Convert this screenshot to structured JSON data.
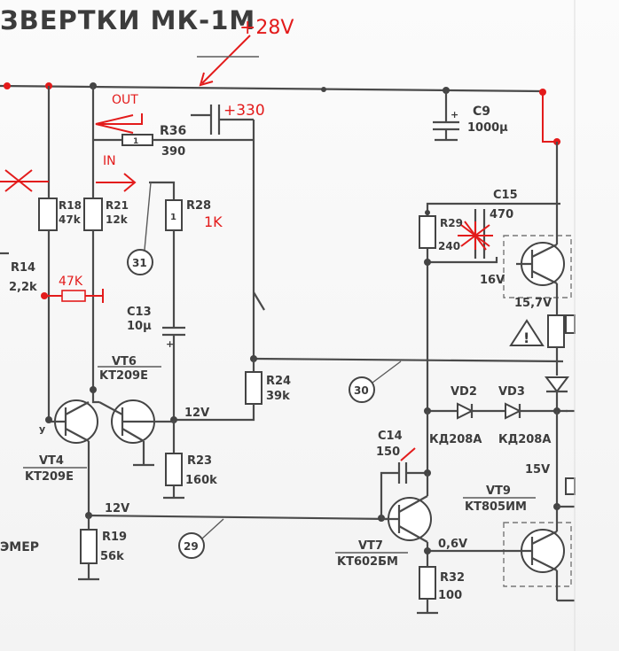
{
  "title": "ЗВЕРТКИ  МК-1М",
  "annotations": {
    "supply_28v": "+28V",
    "out_label": "OUT",
    "in_label": "IN",
    "cap_330": "+330",
    "res_47k": "47K",
    "res_1k": "1K",
    "left_partial": "ЭМЕР"
  },
  "components": {
    "c9": {
      "ref": "C9",
      "value": "1000µ"
    },
    "r36": {
      "ref": "R36",
      "value": "390"
    },
    "r18": {
      "ref": "R18",
      "value": "47k"
    },
    "r21": {
      "ref": "R21",
      "value": "12k"
    },
    "r28": {
      "ref": "R28",
      "value": ""
    },
    "r14": {
      "ref": "R14",
      "value": "2,2k"
    },
    "c15": {
      "ref": "C15",
      "value": "470"
    },
    "r29": {
      "ref": "R29",
      "value": "240"
    },
    "c13": {
      "ref": "C13",
      "value": "10µ"
    },
    "vt6": {
      "ref": "VT6",
      "value": "KT209E"
    },
    "r24": {
      "ref": "R24",
      "value": "39k"
    },
    "vt4": {
      "ref": "VT4",
      "value": "KT209E"
    },
    "r23": {
      "ref": "R23",
      "value": "160k"
    },
    "c14": {
      "ref": "C14",
      "value": "150"
    },
    "vd2": {
      "ref": "VD2",
      "value": "КД208А"
    },
    "vd3": {
      "ref": "VD3",
      "value": "КД208А"
    },
    "vt9": {
      "ref": "VT9",
      "value": "KT805ИМ"
    },
    "r19": {
      "ref": "R19",
      "value": "56k"
    },
    "vt7": {
      "ref": "VT7",
      "value": "KT602БМ"
    },
    "r32": {
      "ref": "R32",
      "value": "100"
    }
  },
  "voltages": {
    "v16": "16V",
    "v157": "15,7V",
    "v12_a": "12V",
    "v15": "15V",
    "v12_b": "12V",
    "v06": "0,6V"
  },
  "test_points": {
    "tp31": "31",
    "tp30": "30",
    "tp29": "29"
  },
  "colors": {
    "ink": "#3c3c3c",
    "annotation_red": "#e31b1b",
    "paper": "#f6f6f6"
  }
}
